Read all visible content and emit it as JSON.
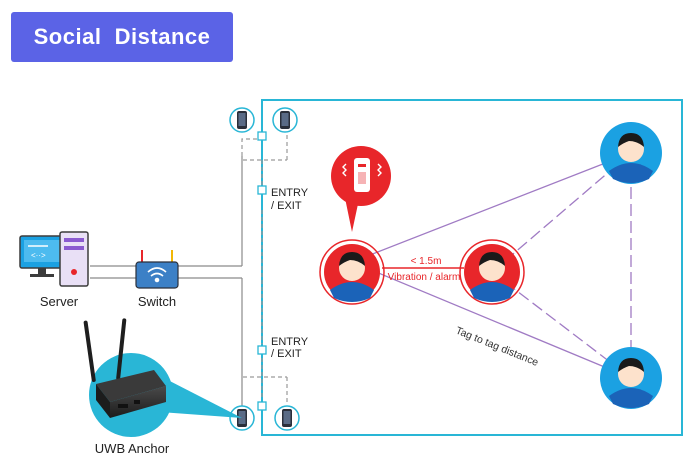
{
  "title": "Social  Distance",
  "labels": {
    "server": "Server",
    "switch": "Switch",
    "uwb_anchor": "UWB Anchor",
    "entry_exit_top_1": "ENTRY",
    "entry_exit_top_2": "/ EXIT",
    "entry_exit_bottom_1": "ENTRY",
    "entry_exit_bottom_2": "/ EXIT",
    "distance": "< 1.5m",
    "alarm": "Vibration / alarm",
    "tag_distance": "Tag to tag distance"
  },
  "colors": {
    "title_bg": "#5b63e6",
    "area_border": "#29b6d6",
    "alert_red": "#e8262a",
    "person_blue": "#1ba1e2",
    "relation_line": "#a07bc4"
  },
  "icons": [
    "monitor-icon",
    "server-tower-icon",
    "switch-icon",
    "wifi-icon",
    "uwb-anchor-icon",
    "phone-icon",
    "person-icon",
    "vibrating-phone-icon"
  ]
}
